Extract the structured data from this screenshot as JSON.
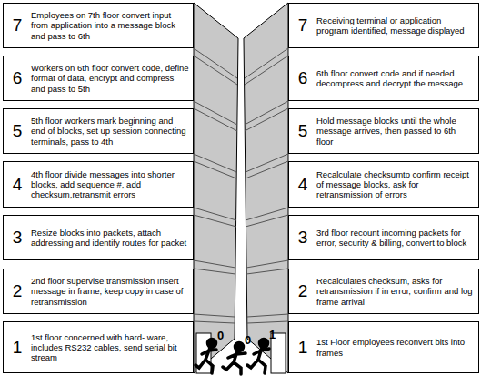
{
  "diagram": {
    "nodes": [
      {
        "text": [
          "7",
          "Employees on 7th floor convert input from application into a message block and pass to 6th"
        ]
      },
      {
        "text": [
          "6",
          "Workers on 6th floor convert code, define format of data, encrypt and compress and pass to 5th"
        ]
      },
      {
        "text": [
          "5",
          "5th floor workers mark beginning and end of blocks, set up session connecting terminals, pass to 4th"
        ]
      },
      {
        "text": [
          "4",
          "4th floor divide messages into shorter blocks, add sequence #, add checksum,retransmit errors"
        ]
      },
      {
        "text": [
          "3",
          "Resize blocks into packets, attach addressing and identify routes for packet"
        ]
      },
      {
        "text": [
          "2",
          "2nd floor supervise transmission Insert message in frame, keep copy in case of retransmission"
        ]
      },
      {
        "text": [
          "1",
          "1st floor concerned with hard- ware, includes RS232 cables, send serial bit stream"
        ]
      },
      {
        "text": [
          "7",
          "Receiving terminal or application program identified, message displayed"
        ]
      },
      {
        "text": [
          "6",
          "6th floor convert code and if needed decompress and decrypt the message"
        ]
      },
      {
        "text": [
          "5",
          "Hold message blocks until the whole message arrives, then passed to 6th floor"
        ]
      },
      {
        "text": [
          "4",
          "Recalculate checksumto confirm receipt of message blocks, ask for retransmission of errors"
        ]
      },
      {
        "text": [
          "3",
          "3rd floor recount incoming packets for error, security & billing, convert to block"
        ]
      },
      {
        "text": [
          "2",
          "Recalculates checksum, asks for retransmission if in error, confirm and log frame arrival"
        ]
      },
      {
        "text": [
          "1",
          "1st Floor employees reconvert bits into frames"
        ]
      }
    ],
    "labels": [
      "0",
      "0",
      "1"
    ]
  }
}
